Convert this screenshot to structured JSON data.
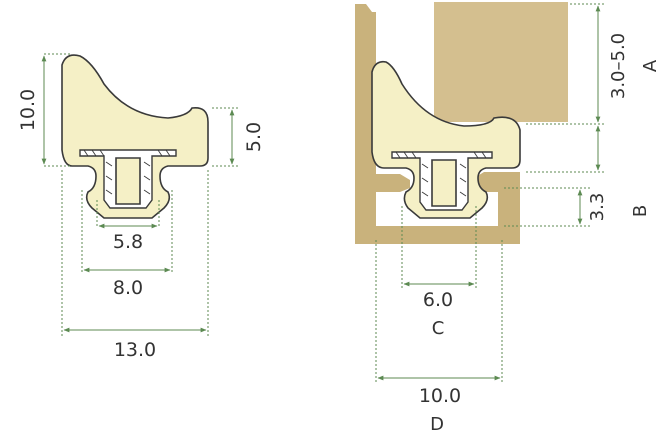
{
  "colors": {
    "seal_fill": "#f5f0c6",
    "seal_core": "#ffffff",
    "seal_outline": "#3a3a3a",
    "frame_fill": "#c9b27c",
    "panel_fill": "#d4bf8f",
    "dim_line": "#5c8a52",
    "text": "#333333"
  },
  "left_profile": {
    "height_label": "10.0",
    "lip_label": "5.0",
    "inner_width_label": "5.8",
    "groove_width_label": "8.0",
    "total_width_label": "13.0"
  },
  "right_profile": {
    "gap_label": "3.0–5.0",
    "gap_letter": "A",
    "depth_label": "3.3",
    "depth_letter": "B",
    "groove_label": "6.0",
    "groove_letter": "C",
    "width_label": "10.0",
    "width_letter": "D"
  }
}
